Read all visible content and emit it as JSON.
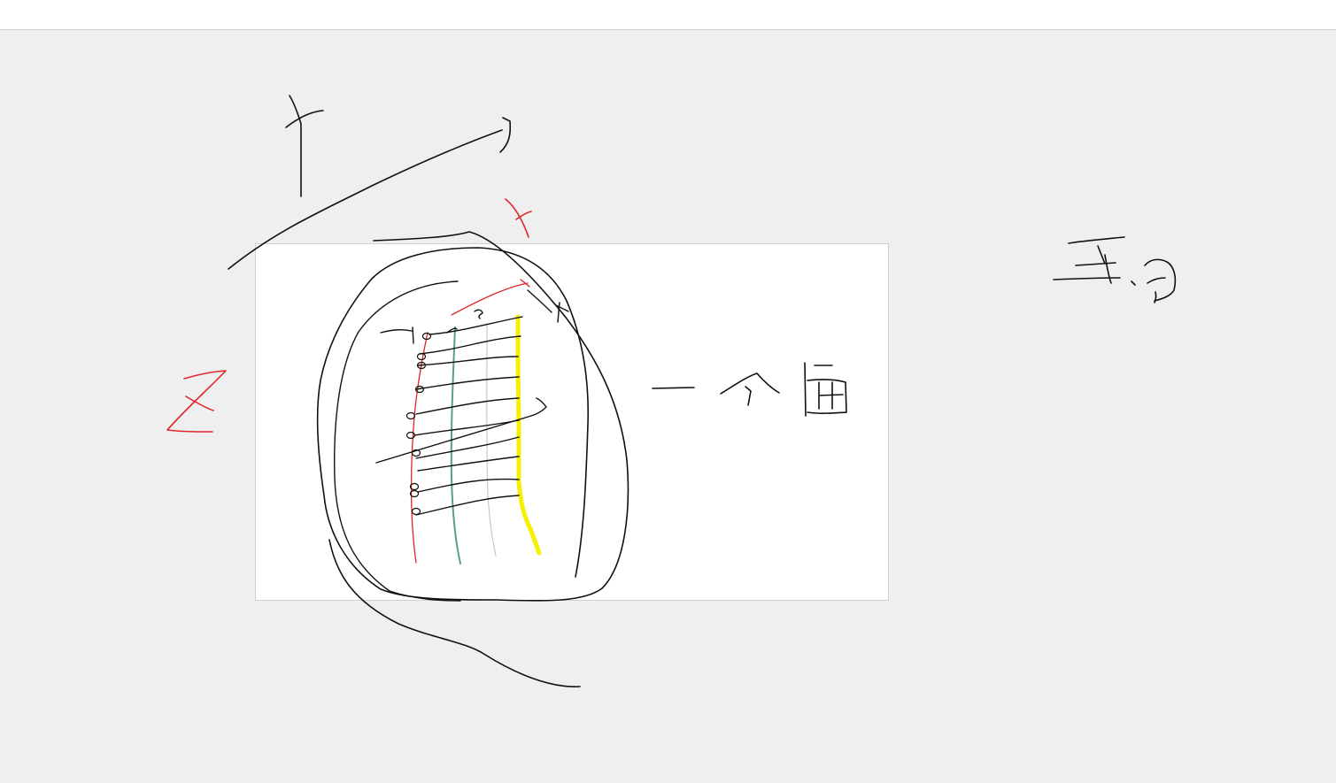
{
  "toolbar": {},
  "whiteboard": {
    "page_background": "#ffffff",
    "canvas_background": "#efefef",
    "ink_colors": {
      "black": "#111111",
      "red": "#e0262b",
      "green": "#5a9e8a",
      "gray": "#c8c8c8",
      "yellow": "#f4f000"
    },
    "strokes": [
      "axis-y-sketch",
      "axis-x-sketch",
      "axis-z-sketch",
      "outer-loop-sketch",
      "inner-loop-sketch",
      "column-sketch",
      "right-label-sketch",
      "far-right-label-sketch"
    ]
  }
}
